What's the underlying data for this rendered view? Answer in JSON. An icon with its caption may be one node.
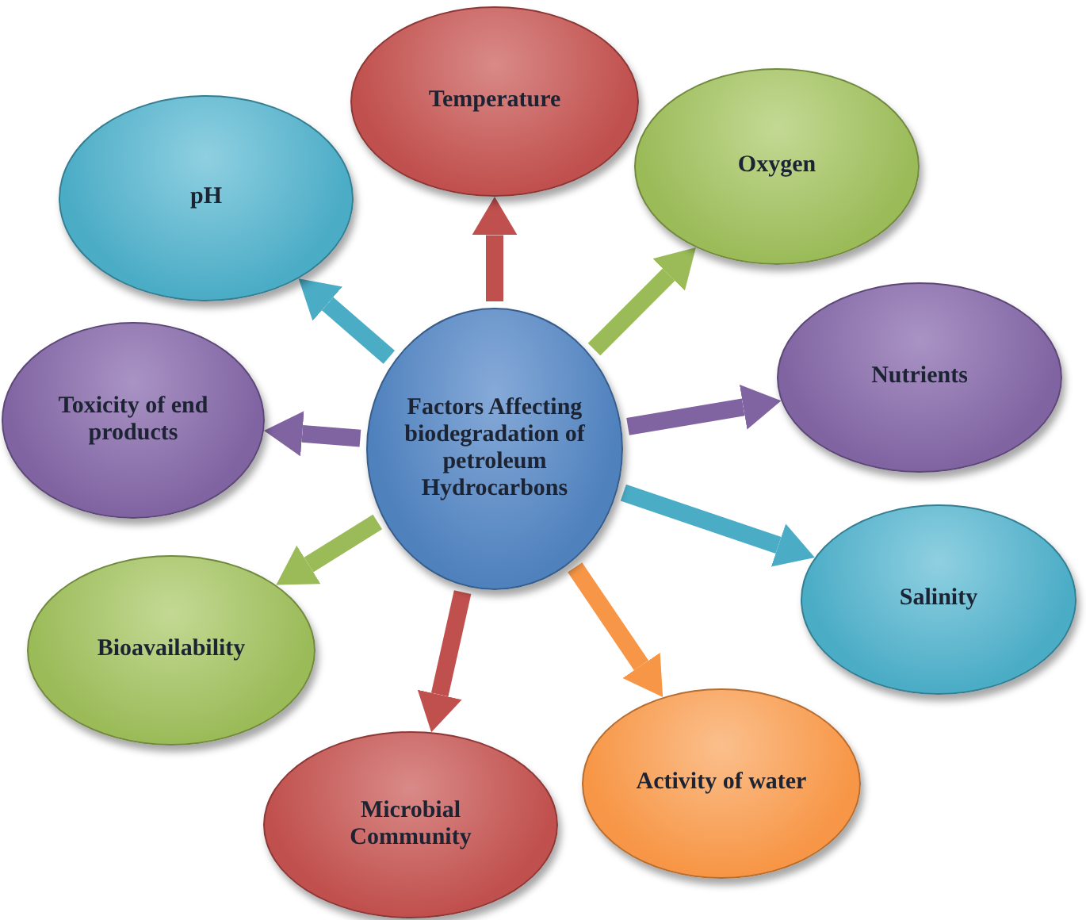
{
  "diagram": {
    "nodes": [
      {
        "text": [
          "Factors Affecting biodegradation of petroleum Hydrocarbons"
        ]
      },
      {
        "text": [
          "Temperature"
        ]
      },
      {
        "text": [
          "Oxygen"
        ]
      },
      {
        "text": [
          "Nutrients"
        ]
      },
      {
        "text": [
          "Salinity"
        ]
      },
      {
        "text": [
          "Activity of water"
        ]
      },
      {
        "text": [
          "Microbial Community"
        ]
      },
      {
        "text": [
          "Bioavailability"
        ]
      },
      {
        "text": [
          "Toxicity of end products"
        ]
      },
      {
        "text": [
          "pH"
        ]
      }
    ],
    "edges": [
      {
        "from": 0,
        "to": 1,
        "arrow": "to",
        "color": "#c0504d"
      },
      {
        "from": 0,
        "to": 2,
        "arrow": "to",
        "color": "#9bbb59"
      },
      {
        "from": 0,
        "to": 3,
        "arrow": "to",
        "color": "#8064a2"
      },
      {
        "from": 0,
        "to": 4,
        "arrow": "to",
        "color": "#4bacc6"
      },
      {
        "from": 0,
        "to": 5,
        "arrow": "to",
        "color": "#f79646"
      },
      {
        "from": 0,
        "to": 6,
        "arrow": "to",
        "color": "#c0504d"
      },
      {
        "from": 0,
        "to": 7,
        "arrow": "to",
        "color": "#9bbb59"
      },
      {
        "from": 0,
        "to": 8,
        "arrow": "to",
        "color": "#8064a2"
      },
      {
        "from": 0,
        "to": 9,
        "arrow": "to",
        "color": "#4bacc6"
      }
    ]
  }
}
